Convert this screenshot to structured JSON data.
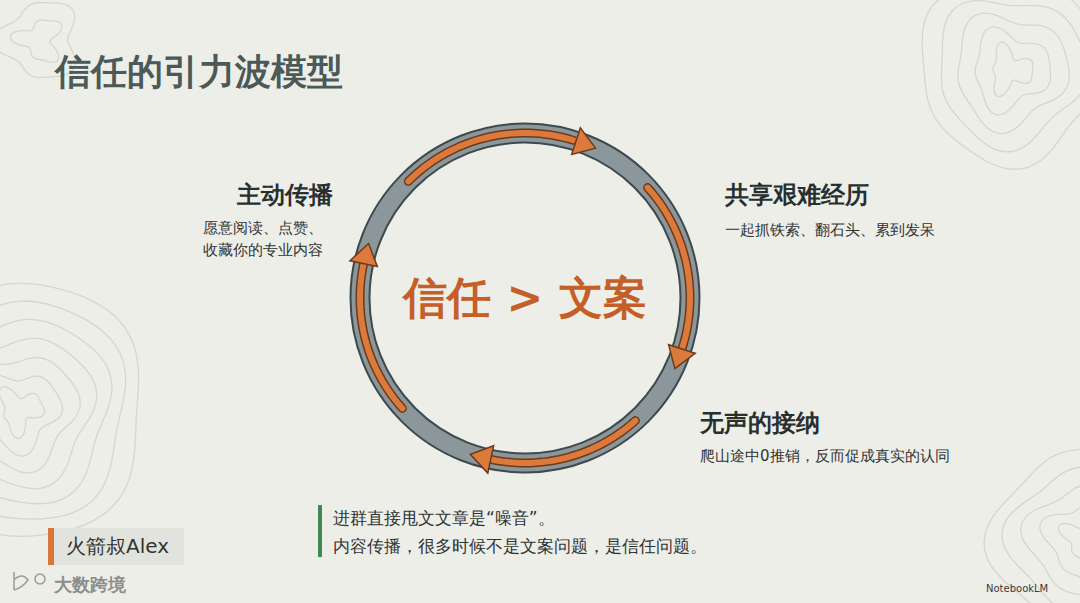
{
  "diagram": {
    "title": "信任的引力波模型",
    "nodes": [
      {
        "text": [
          "信任 > 文案"
        ]
      },
      {
        "text": [
          "火箭叔Alex"
        ]
      }
    ],
    "labels": [
      "主动传播",
      "愿意阅读、点赞、 收藏你的专业内容",
      "共享艰难经历",
      "一起抓铁索、翻石头、累到发呆",
      "无声的接纳",
      "爬山途中0推销，反而促成真实的认同",
      "进群直接甩文文章是“噪音”。",
      "内容传播，很多时候不是文案问题，是信任问题。",
      "大数跨境",
      "NotebookLM"
    ]
  }
}
